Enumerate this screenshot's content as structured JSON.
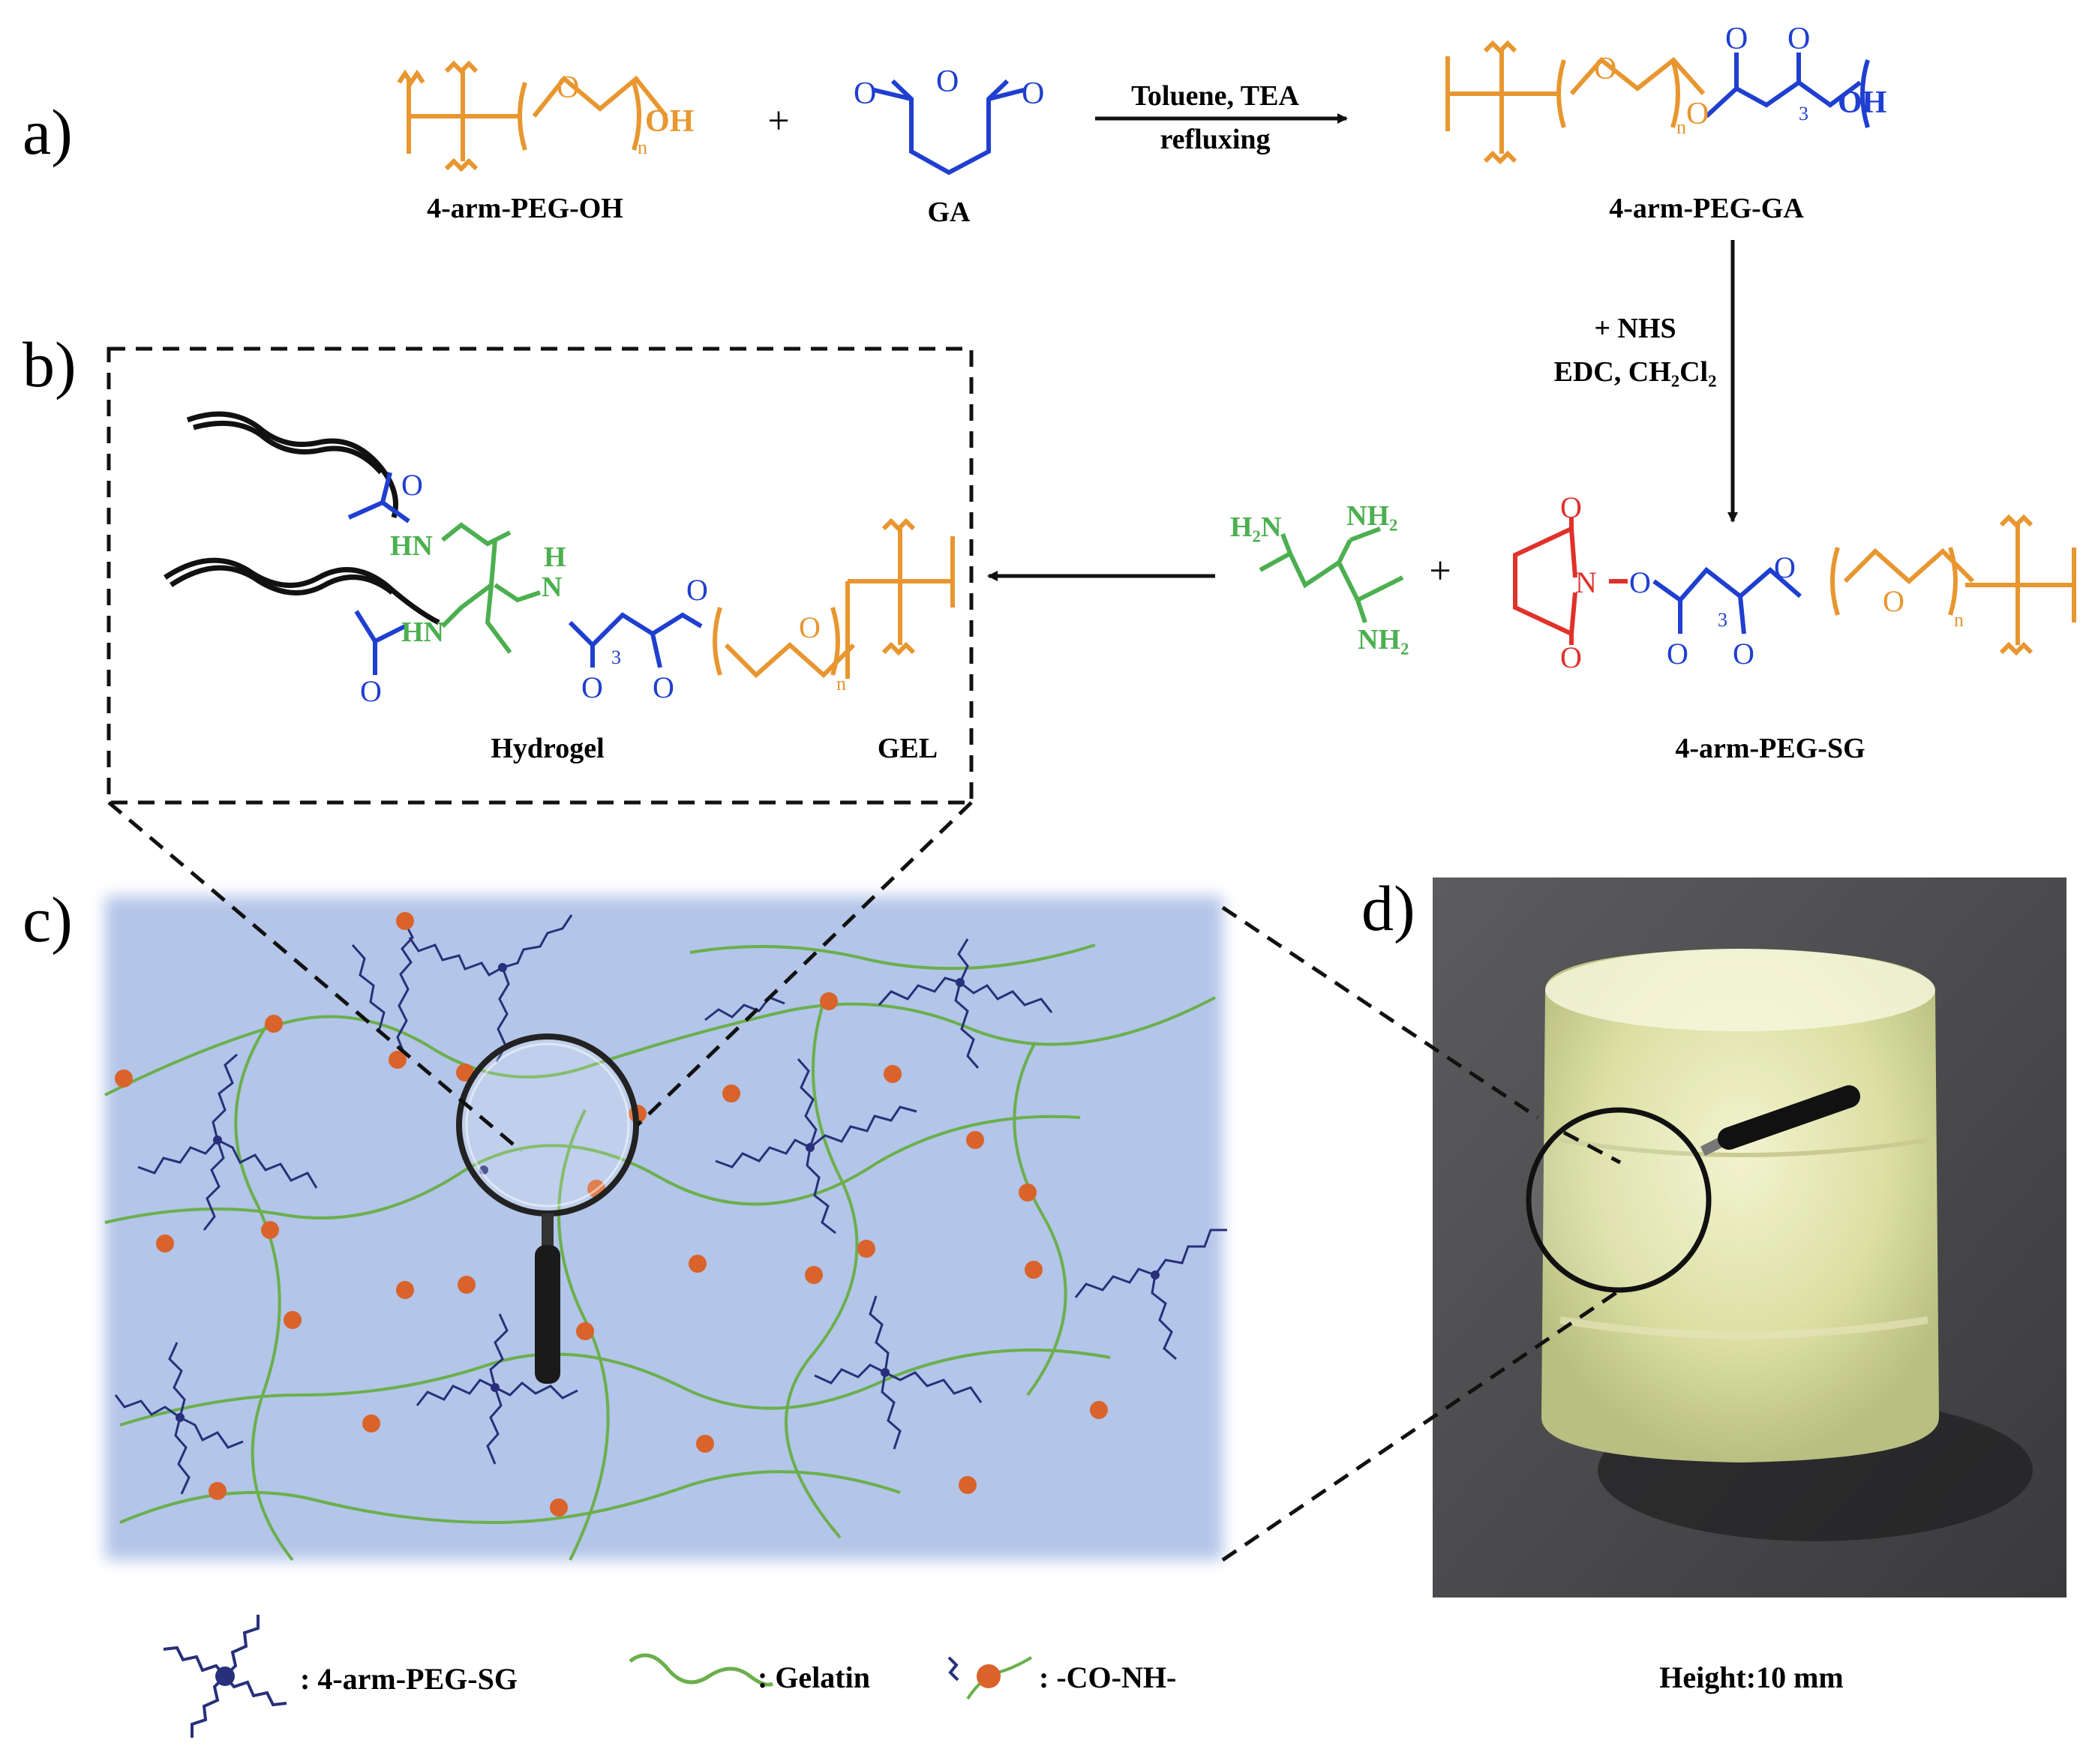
{
  "panels": {
    "a": "a)",
    "b": "b)",
    "c": "c)",
    "d": "d)"
  },
  "reaction_a": {
    "reactant1": "4-arm-PEG-OH",
    "reactant2": "GA",
    "plus": "+",
    "condition_line1": "Toluene, TEA",
    "condition_line2": "refluxing",
    "product": "4-arm-PEG-GA"
  },
  "step_nhs": {
    "line1": "+ NHS",
    "line2": "EDC, CH₂Cl₂"
  },
  "reaction_b": {
    "reactant": "4-arm-PEG-SG",
    "plus": "+",
    "product_left": "Hydrogel",
    "product_right": "GEL"
  },
  "atoms": {
    "O": "O",
    "OH": "OH",
    "n": "n",
    "three": "3",
    "N": "N",
    "HN": "HN",
    "H": "H",
    "H2N": "H₂N",
    "NH2": "NH₂"
  },
  "legend": {
    "peg": ": 4-arm-PEG-SG",
    "gelatin": ": Gelatin",
    "bond": ": -CO-NH-"
  },
  "photo": {
    "caption": "Height:10 mm"
  },
  "colors": {
    "peg": "#E8962F",
    "ga": "#1F3FD0",
    "gelatin": "#4CAF50",
    "nhs": "#E0312B",
    "network_bg": "#B3C5E8",
    "network_chain": "#27307A",
    "crosslink": "#D9632A"
  }
}
